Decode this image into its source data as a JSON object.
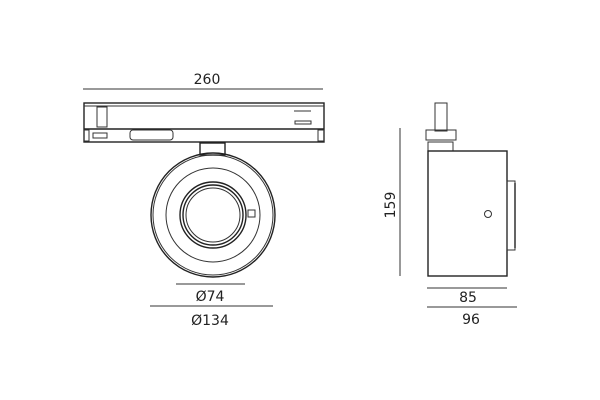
{
  "front_view": {
    "width_label": "260",
    "inner_diameter_label": "Ø74",
    "outer_diameter_label": "Ø134"
  },
  "side_view": {
    "height_label": "159",
    "depth_label": "85",
    "total_depth_label": "96"
  }
}
